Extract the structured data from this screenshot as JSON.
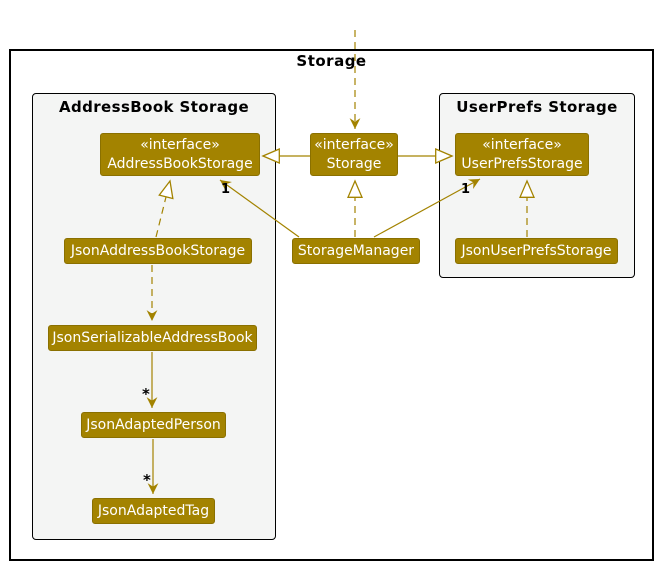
{
  "diagram": {
    "frame": {
      "title": "Storage"
    },
    "packages": [
      {
        "id": "addressbook-storage",
        "title": "AddressBook Storage"
      },
      {
        "id": "userprefs-storage",
        "title": "UserPrefs Storage"
      }
    ],
    "classes": [
      {
        "id": "interface-addressbookstorage",
        "stereotype": "«interface»",
        "name": "AddressBookStorage"
      },
      {
        "id": "interface-storage",
        "stereotype": "«interface»",
        "name": "Storage"
      },
      {
        "id": "interface-userprefsstorage",
        "stereotype": "«interface»",
        "name": "UserPrefsStorage"
      },
      {
        "id": "json-addressbook-storage",
        "name": "JsonAddressBookStorage"
      },
      {
        "id": "storage-manager",
        "name": "StorageManager"
      },
      {
        "id": "json-userprefs-storage",
        "name": "JsonUserPrefsStorage"
      },
      {
        "id": "json-serializable-addressbook",
        "name": "JsonSerializableAddressBook"
      },
      {
        "id": "json-adapted-person",
        "name": "JsonAdaptedPerson"
      },
      {
        "id": "json-adapted-tag",
        "name": "JsonAdaptedTag"
      }
    ],
    "labels": {
      "multiplicity_addressbookstorage": "1",
      "multiplicity_userprefsstorage": "1",
      "multiplicity_adapted_person": "*",
      "multiplicity_adapted_tag": "*"
    },
    "colors": {
      "class_fill": "#A38300",
      "class_text": "#FFFFFF",
      "line": "#A38300",
      "package_fill": "#F4F5F4",
      "border": "#000000"
    }
  }
}
